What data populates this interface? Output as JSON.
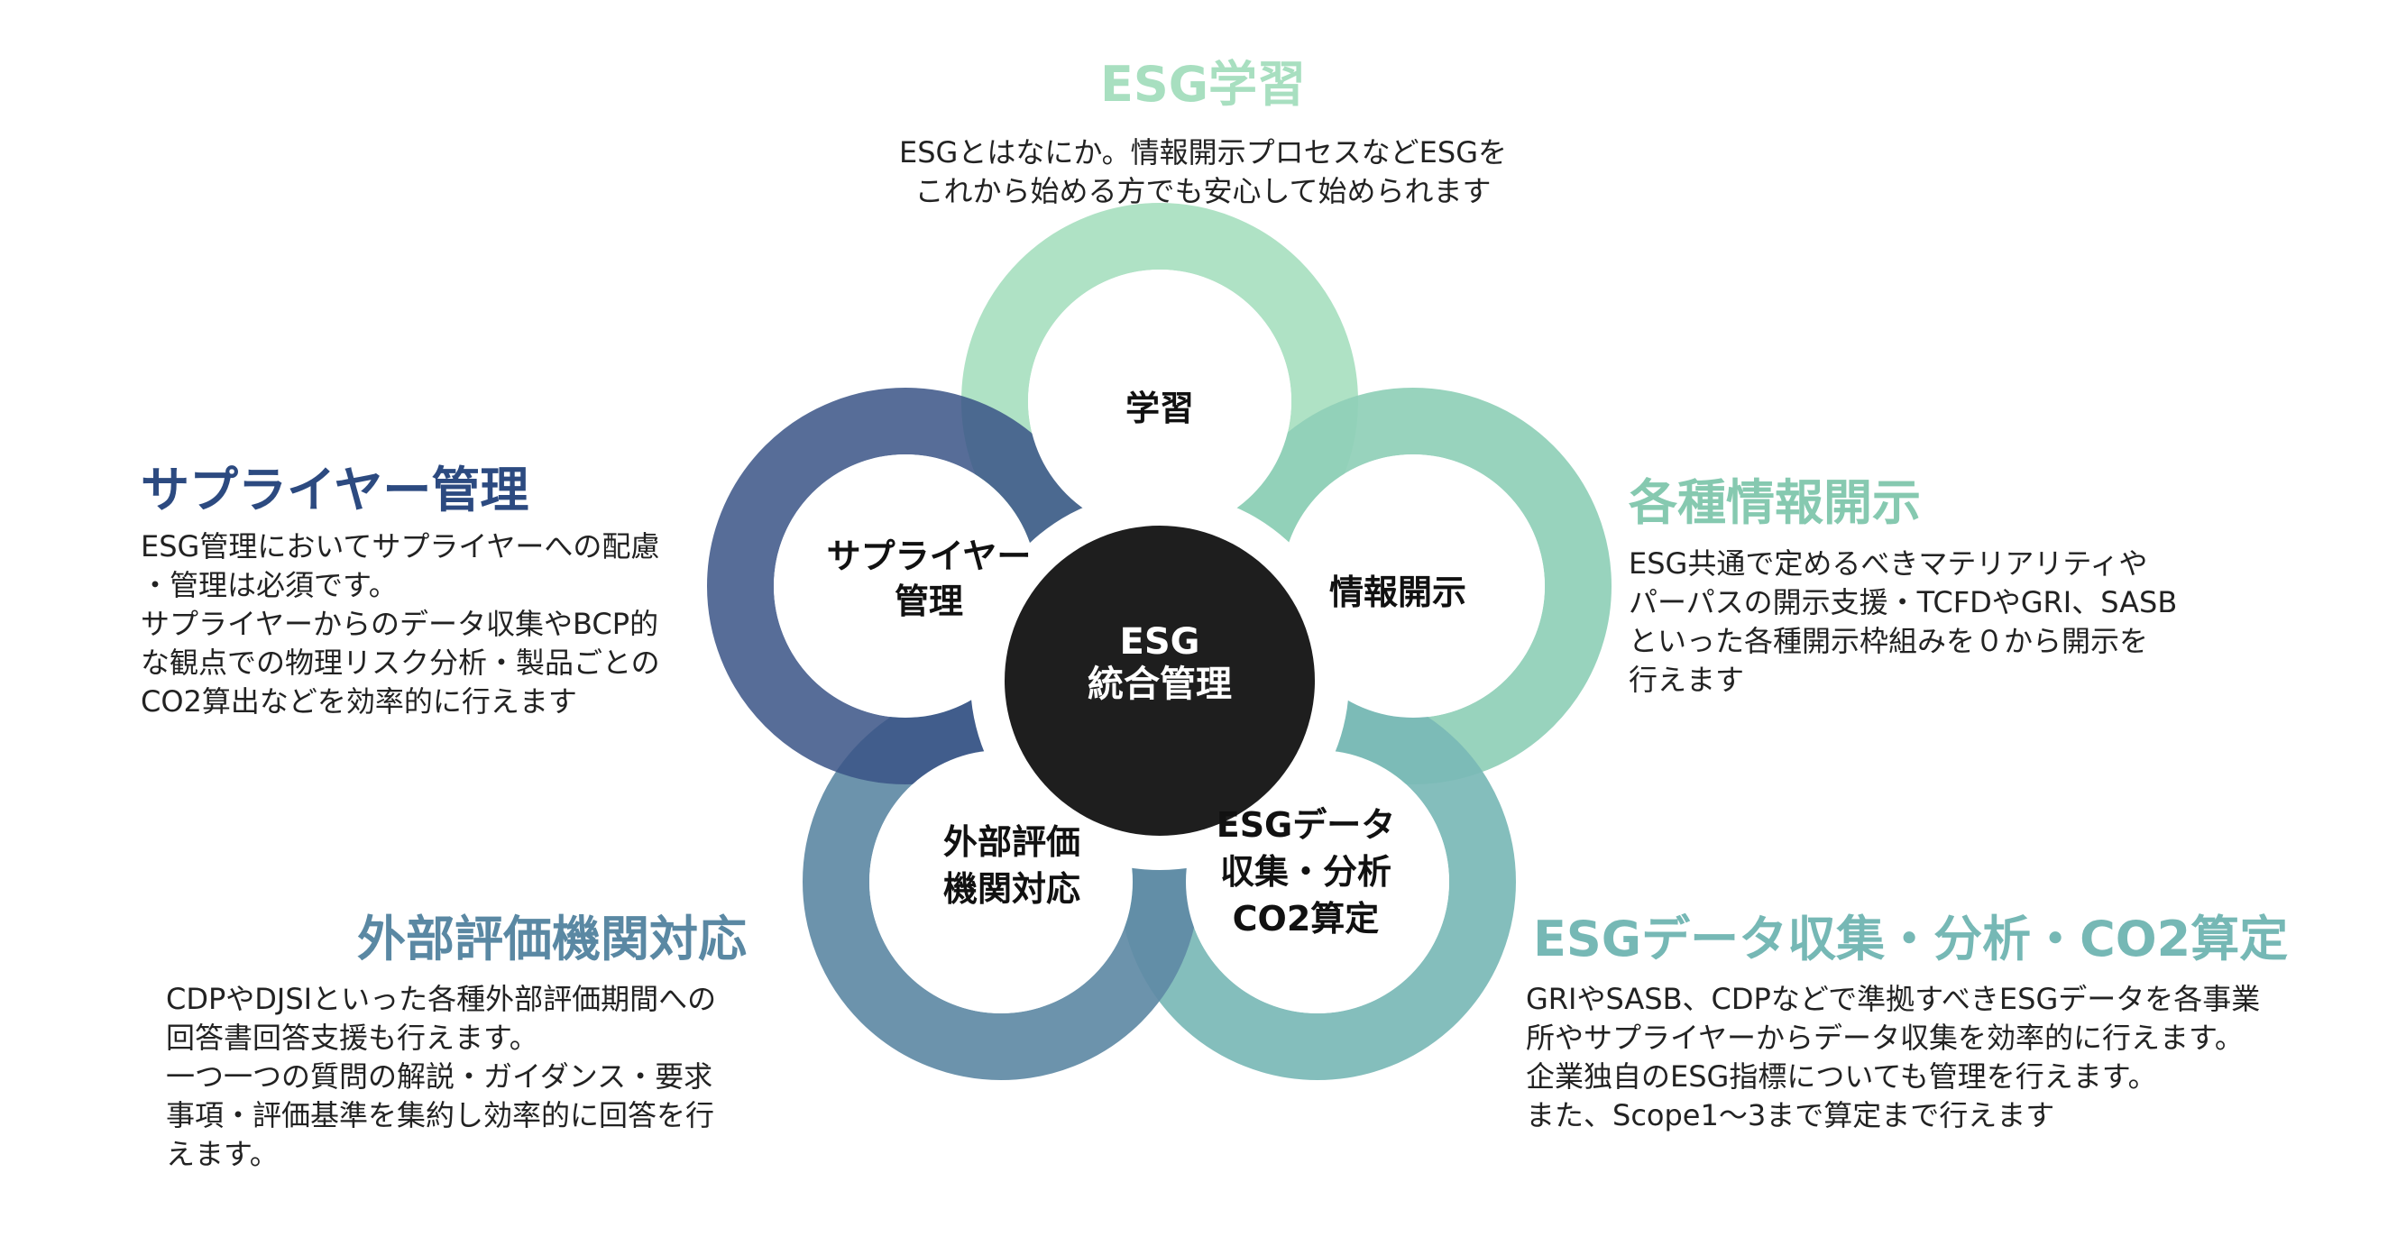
{
  "colors": {
    "learning": "#a8dfc0",
    "disclosure": "#8fcfb7",
    "data": "#7ab9b6",
    "external": "#5f8aa5",
    "supplier": "#3a5486",
    "center": "#1e1e1e"
  },
  "center": {
    "line1": "ESG",
    "line2": "統合管理"
  },
  "petals": {
    "learning": [
      "学習"
    ],
    "disclosure": [
      "情報開示"
    ],
    "data": [
      "ESGデータ",
      "収集・分析",
      "CO2算定"
    ],
    "external": [
      "外部評価",
      "機関対応"
    ],
    "supplier": [
      "サプライヤー",
      "管理"
    ]
  },
  "sections": {
    "learning": {
      "title": "ESG学習",
      "lines": [
        "ESGとはなにか。情報開示プロセスなどESGを",
        "これから始める方でも安心して始められます"
      ]
    },
    "disclosure": {
      "title": "各種情報開示",
      "lines": [
        "ESG共通で定めるべきマテリアリティや",
        "パーパスの開示支援・TCFDやGRI、SASB",
        "といった各種開示枠組みを０から開示を",
        "行えます"
      ]
    },
    "data": {
      "title": "ESGデータ収集・分析・CO2算定",
      "lines": [
        "GRIやSASB、CDPなどで準拠すべきESGデータを各事業",
        "所やサプライヤーからデータ収集を効率的に行えます。",
        "企業独自のESG指標についても管理を行えます。",
        "また、Scope1〜3まで算定まで行えます"
      ]
    },
    "external": {
      "title": "外部評価機関対応",
      "lines": [
        "CDPやDJSIといった各種外部評価期間への",
        "回答書回答支援も行えます。",
        "一つ一つの質問の解説・ガイダンス・要求",
        "事項・評価基準を集約し効率的に回答を行",
        "えます。"
      ]
    },
    "supplier": {
      "title": "サプライヤー管理",
      "lines": [
        "ESG管理においてサプライヤーへの配慮",
        "・管理は必須です。",
        "サプライヤーからのデータ収集やBCP的",
        "な観点での物理リスク分析・製品ごとの",
        "CO2算出などを効率的に行えます"
      ]
    }
  }
}
